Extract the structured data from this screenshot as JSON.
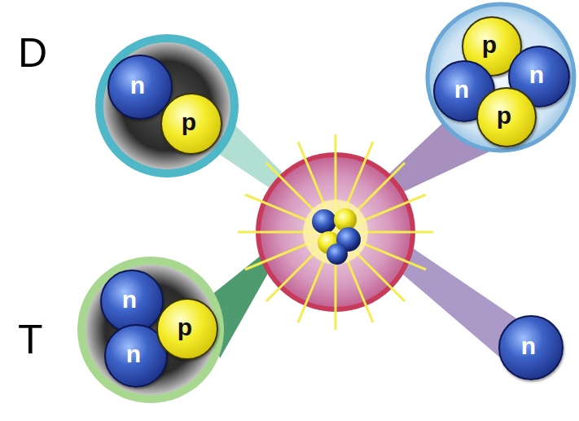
{
  "diagram": {
    "nodes": [
      {
        "text": [
          "n"
        ]
      },
      {
        "text": [
          "p"
        ]
      },
      {
        "text": [
          "p"
        ]
      },
      {
        "text": [
          "n"
        ]
      },
      {
        "text": [
          "n"
        ]
      },
      {
        "text": [
          "p"
        ]
      },
      {
        "text": [
          "n"
        ]
      },
      {
        "text": [
          "n"
        ]
      },
      {
        "text": [
          "p"
        ]
      },
      {
        "text": [
          "n"
        ]
      }
    ],
    "labels": [
      "D",
      "T"
    ]
  }
}
